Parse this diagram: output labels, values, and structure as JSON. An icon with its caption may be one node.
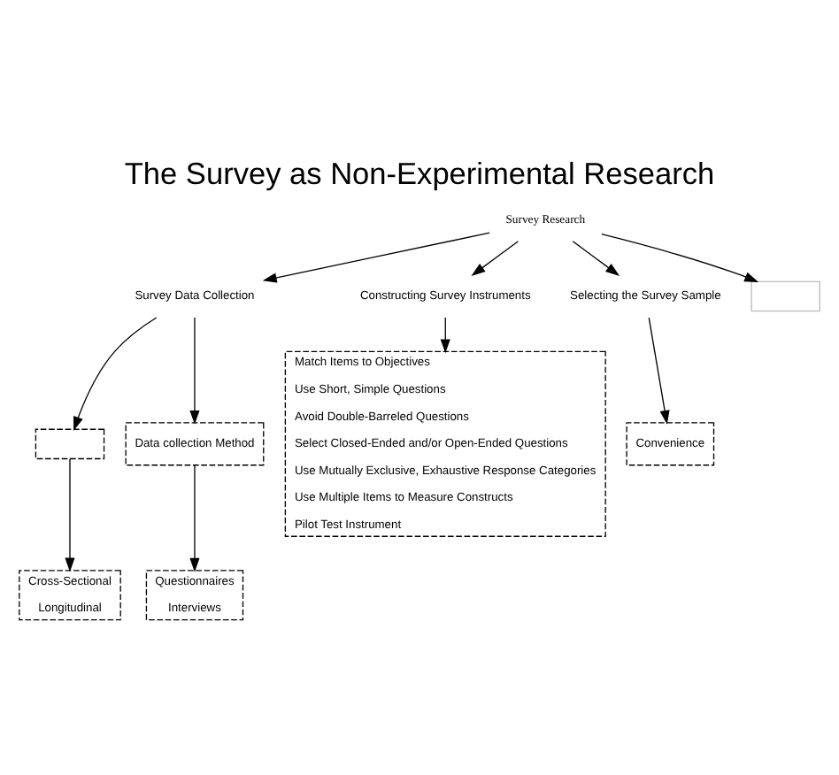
{
  "diagram": {
    "title": "The Survey as Non-Experimental Research",
    "nodes": [
      {
        "text": [
          "Survey Research"
        ]
      },
      {
        "text": [
          "Survey Data Collection"
        ]
      },
      {
        "text": [
          "Constructing Survey Instruments"
        ]
      },
      {
        "text": [
          "Selecting the Survey Sample"
        ]
      },
      {
        "text": [],
        "shape": "box"
      },
      {
        "text": [],
        "shape": "box"
      },
      {
        "text": [
          "Data collection Method"
        ]
      },
      {
        "text": [
          "Cross-Sectional",
          "Longitudinal"
        ]
      },
      {
        "text": [
          "Questionnaires",
          "Interviews"
        ]
      },
      {
        "text": [
          "Match Items to Objectives",
          "Use Short, Simple Questions",
          "Avoid Double-Barreled Questions",
          "Select Closed-Ended and/or Open-Ended Questions",
          "Use Mutually Exclusive, Exhaustive Response Categories",
          "Use Multiple Items to Measure Constructs",
          "Pilot Test Instrument"
        ]
      },
      {
        "text": [
          "Convenience"
        ]
      }
    ],
    "edges": [
      {
        "from": 0,
        "to": 1,
        "arrow": "to"
      },
      {
        "from": 0,
        "to": 2,
        "arrow": "to"
      },
      {
        "from": 0,
        "to": 3,
        "arrow": "to"
      },
      {
        "from": 0,
        "to": 4,
        "arrow": "to"
      },
      {
        "from": 1,
        "to": 5,
        "arrow": "to"
      },
      {
        "from": 1,
        "to": 6,
        "arrow": "to"
      },
      {
        "from": 5,
        "to": 7,
        "arrow": "to"
      },
      {
        "from": 6,
        "to": 8,
        "arrow": "to"
      },
      {
        "from": 2,
        "to": 9,
        "arrow": "to"
      },
      {
        "from": 3,
        "to": 10,
        "arrow": "to"
      }
    ]
  }
}
